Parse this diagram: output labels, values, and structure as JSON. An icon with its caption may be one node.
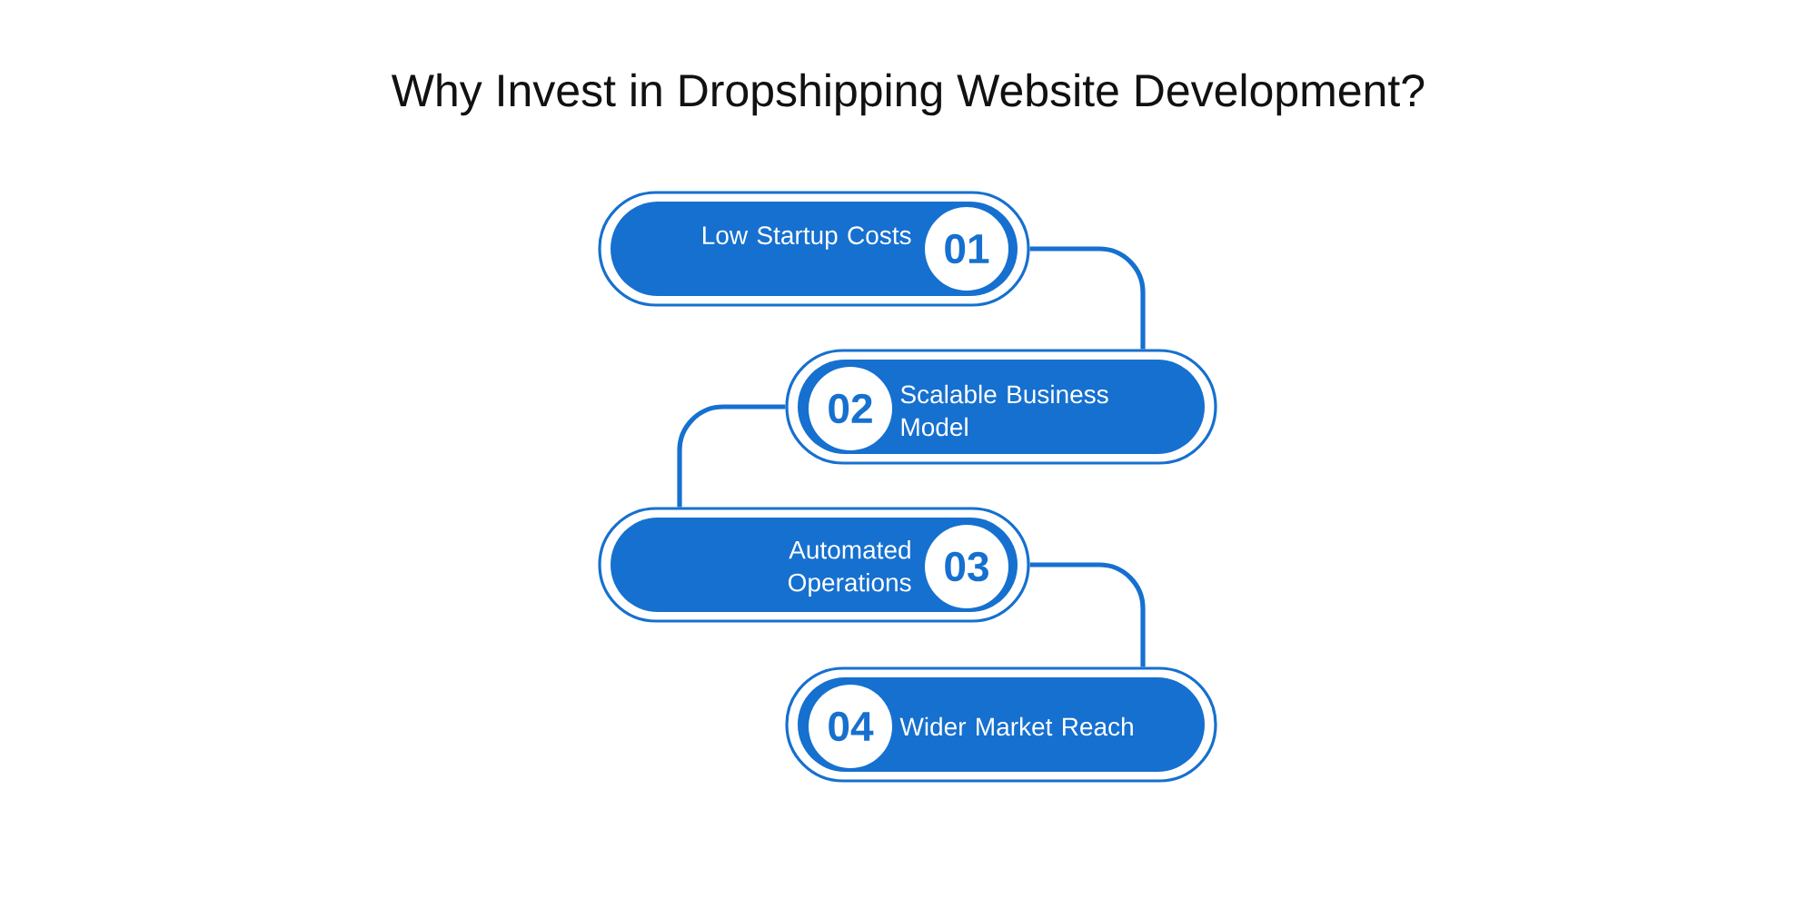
{
  "diagram": {
    "title": "Why Invest in Dropshipping Website Development?",
    "nodes": [
      {
        "text": [
          "Low Startup Costs"
        ]
      },
      {
        "text": [
          "01"
        ],
        "in": 0
      },
      {
        "text": [
          "Scalable Business Model"
        ]
      },
      {
        "text": [
          "02"
        ],
        "in": 2
      },
      {
        "text": [
          "Automated Operations"
        ]
      },
      {
        "text": [
          "03"
        ],
        "in": 4
      },
      {
        "text": [
          "Wider Market Reach"
        ]
      },
      {
        "text": [
          "04"
        ],
        "in": 6
      }
    ],
    "edges": [
      {
        "from": 0,
        "to": 2,
        "arrow": "none"
      },
      {
        "from": 2,
        "to": 4,
        "arrow": "none"
      },
      {
        "from": 4,
        "to": 6,
        "arrow": "none"
      }
    ]
  }
}
